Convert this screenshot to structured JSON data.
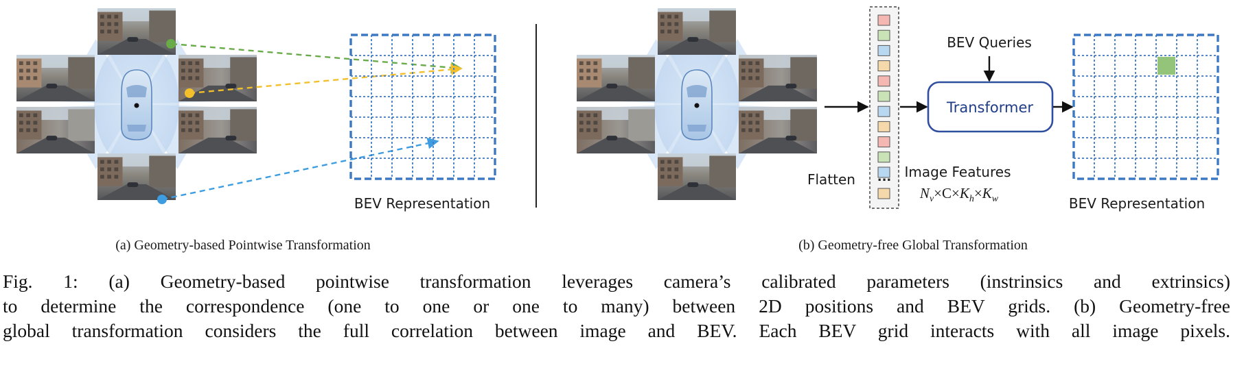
{
  "panel_a": {
    "grid_label": "BEV Representation",
    "subcaption": "(a) Geometry-based Pointwise Transformation",
    "colors": {
      "green": "#6aab49",
      "yellow": "#f3bf2a",
      "blue": "#3d9de0"
    }
  },
  "panel_b": {
    "flatten_label": "Flatten",
    "queries_label": "BEV Queries",
    "transformer_label": "Transformer",
    "features_label": "Image Features",
    "features_dims": "N_v×C×K_h×K_w",
    "features_dims_parts": {
      "n": "N",
      "n_sub": "v",
      "c": "×C×",
      "k1": "K",
      "k1_sub": "h",
      "x": "×",
      "k2": "K",
      "k2_sub": "w"
    },
    "ellipsis": "...",
    "grid_label": "BEV Representation",
    "subcaption": "(b) Geometry-free Global Transformation",
    "colors": {
      "transformer_border": "#2f4f9e",
      "highlight": "#94c47a",
      "grid": "#3d78c4"
    }
  },
  "caption": {
    "line1": "Fig. 1: (a) Geometry-based pointwise transformation leverages camera’s calibrated parameters (instrinsics and extrinsics)",
    "line2": "to determine the correspondence (one to one or one to many) between 2D positions and BEV grids. (b) Geometry-free",
    "line3": "global transformation considers the full correlation between image and BEV. Each BEV grid interacts with all image pixels."
  }
}
